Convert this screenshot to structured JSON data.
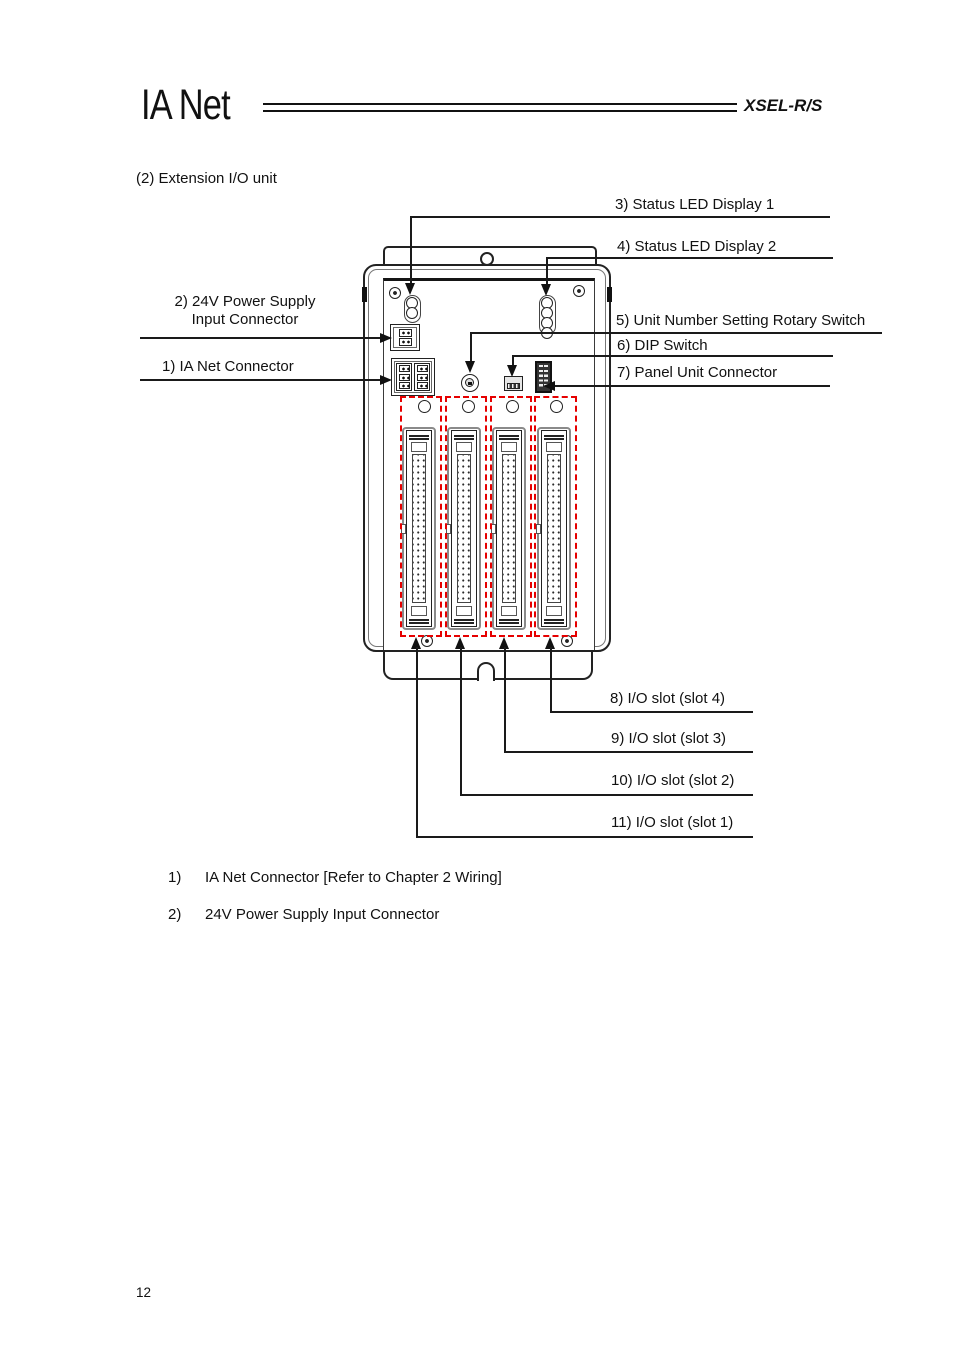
{
  "header": {
    "title": "IA Net",
    "model": "XSEL-R/S"
  },
  "section_heading": "(2) Extension I/O unit",
  "callouts": {
    "status_led_1": "3) Status LED Display 1",
    "status_led_2": "4) Status LED Display 2",
    "power_supply_line1": "2) 24V Power Supply",
    "power_supply_line2": "Input Connector",
    "ia_net_connector": "1) IA Net Connector",
    "rotary_switch": "5) Unit Number Setting Rotary Switch",
    "dip_switch": "6) DIP Switch",
    "panel_unit_connector": "7) Panel Unit Connector",
    "io_slot_4": "8) I/O slot (slot 4)",
    "io_slot_3": "9) I/O slot (slot 3)",
    "io_slot_2": "10) I/O slot (slot 2)",
    "io_slot_1": "11) I/O slot (slot 1)"
  },
  "footnotes": [
    {
      "num": "1)",
      "text": "IA Net Connector [Refer to Chapter 2 Wiring]"
    },
    {
      "num": "2)",
      "text": "24V Power Supply Input Connector"
    }
  ],
  "page_number": "12",
  "colors": {
    "slot_highlight": "#e60000",
    "line_color": "#1a1a1a"
  }
}
